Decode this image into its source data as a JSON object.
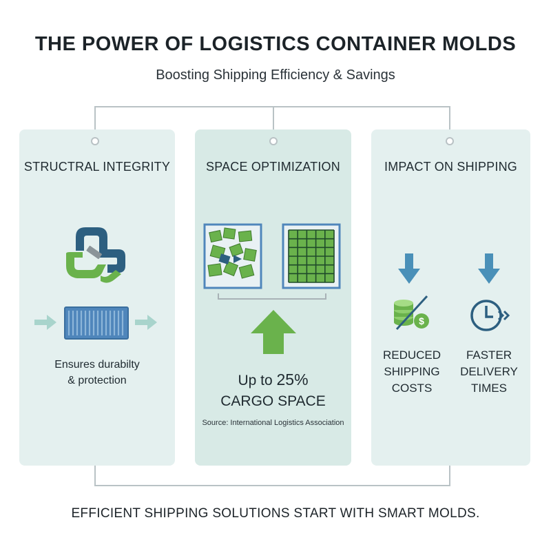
{
  "header": {
    "title": "THE POWER OF LOGISTICS CONTAINER MOLDS",
    "subtitle": "Boosting Shipping Efficiency & Savings"
  },
  "panels": [
    {
      "title": "STRUCTRAL INTEGRITY",
      "caption_line1": "Ensures durabilty",
      "caption_line2": "& protection",
      "icons": [
        "interlocking-links-icon",
        "shipping-container-icon",
        "arrow-right-icon"
      ]
    },
    {
      "title": "SPACE OPTIMIZATION",
      "stat_prefix": "Up to",
      "stat_value": "25%",
      "stat_suffix": "CARGO SPACE",
      "source": "Source: International Logistics Association",
      "icons": [
        "disorganized-boxes-icon",
        "organized-grid-icon",
        "arrow-up-icon"
      ]
    },
    {
      "title": "IMPACT ON SHIPPING",
      "items": [
        {
          "line1": "REDUCED",
          "line2": "SHIPPING",
          "line3": "COSTS",
          "icon": "coins-dollar-icon"
        },
        {
          "line1": "FASTER",
          "line2": "DELIVERY",
          "line3": "TIMES",
          "icon": "clock-fast-icon"
        }
      ]
    }
  ],
  "footer": "EFFICIENT SHIPPING SOLUTIONS START WITH SMART MOLDS.",
  "colors": {
    "navy": "#2d5f80",
    "green": "#6ab24c",
    "steel": "#4f86bb",
    "teal_arrow": "#4a90b8",
    "panel": "#e4f0ef",
    "panel_mid": "#d8eae6",
    "line": "#b9c2c5"
  }
}
